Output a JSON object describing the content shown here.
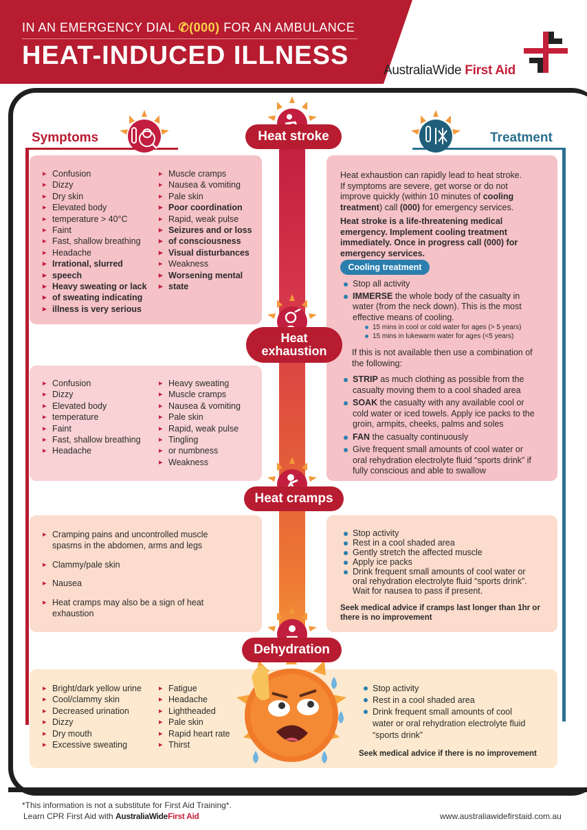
{
  "header": {
    "subtitle_pre": "IN AN EMERGENCY DIAL ",
    "subtitle_number": "(000)",
    "subtitle_post": " FOR AN AMBULANCE",
    "title": "HEAT-INDUCED ILLNESS",
    "logo_part1": "AustraliaWide ",
    "logo_part2": "First Aid"
  },
  "sections": {
    "symptoms": "Symptoms",
    "treatment": "Treatment"
  },
  "stages": {
    "heat_stroke": "Heat stroke",
    "heat_exhaustion_1": "Heat",
    "heat_exhaustion_2": "exhaustion",
    "heat_cramps": "Heat cramps",
    "dehydration": "Dehydration"
  },
  "heat_stroke_symptoms": {
    "col1": [
      "Confusion",
      "Dizzy",
      "Dry skin",
      "Elevated body",
      "temperature > 40°C",
      "Faint",
      "Fast, shallow breathing",
      "Headache",
      "Irrational, slurred",
      "speech",
      "Heavy sweating or lack",
      "of sweating indicating",
      "illness is very serious"
    ],
    "col2": [
      "Muscle cramps",
      "Nausea & vomiting",
      "Pale skin",
      "Poor coordination",
      "Rapid, weak pulse",
      "Seizures and or loss",
      "of consciousness",
      "Visual disturbances",
      "Weakness",
      "Worsening mental",
      "state"
    ]
  },
  "heat_stroke_treatment": {
    "p1a": "Heat exhaustion can rapidly lead to heat stroke.",
    "p1b": "If symptoms are severe, get worse or do not",
    "p1c": "improve quickly (within 10 minutes of ",
    "p1c_bold": "cooling",
    "p1d_bold": "treatment",
    "p1d": ") call ",
    "p1d_bold2": "(000)",
    "p1d_end": " for emergency services.",
    "p2a": "Heat stroke is a life-threatening medical",
    "p2b": "emergency. Implement cooling treatment",
    "p2c": "immediately. Once in progress call (000) for",
    "p2d": "emergency services.",
    "cooling_label": "Cooling treatment",
    "c1": "Stop all activity",
    "c2_bold": "IMMERSE",
    "c2a": " the whole body of the casualty in",
    "c2b": "water (from the neck down). This is the most",
    "c2c": "effective means of cooling.",
    "sub1": "15 mins in cool or cold water for ages (> 5 years)",
    "sub2": "15 mins in lukewarm water for ages (<5 years)",
    "alt1": "If this is not available then use a combination of",
    "alt2": "the following:",
    "strip_bold": "STRIP",
    "strip_a": " as much clothing as possible from the",
    "strip_b": "casualty moving them to a cool shaded area",
    "soak_bold": "SOAK",
    "soak_a": " the casualty with any available cool or",
    "soak_b": "cold water or iced towels. Apply ice packs to the",
    "soak_c": "groin, armpits, cheeks, palms and soles",
    "fan_bold": "FAN",
    "fan_a": " the casualty continuously",
    "give_a": "Give frequent small amounts of cool water or",
    "give_b": "oral rehydration electrolyte fluid “sports drink” if",
    "give_c": "fully conscious and able to swallow"
  },
  "heat_exhaustion_symptoms": {
    "col1": [
      "Confusion",
      "Dizzy",
      "Elevated body",
      "temperature",
      "Faint",
      "Fast, shallow breathing",
      "Headache"
    ],
    "col2": [
      "Heavy sweating",
      "Muscle cramps",
      "Nausea & vomiting",
      "Pale skin",
      "Rapid, weak pulse",
      "Tingling",
      "or numbness",
      "Weakness"
    ]
  },
  "heat_cramps_symptoms": {
    "s1a": "Cramping pains and uncontrolled muscle",
    "s1b": "spasms in the abdomen, arms and legs",
    "s2": "Clammy/pale skin",
    "s3": "Nausea",
    "s4a": "Heat cramps may also be a sign of heat",
    "s4b": "exhaustion"
  },
  "heat_cramps_treatment": {
    "t1": "Stop activity",
    "t2": "Rest in a cool shaded area",
    "t3": "Gently stretch the affected muscle",
    "t4": "Apply ice packs",
    "t5a": "Drink frequent small amounts of cool water or",
    "t5b": "oral rehydration electrolyte fluid “sports drink”.",
    "t5c": "Wait for nausea to pass if present.",
    "note_a": "Seek medical advice if cramps last longer than 1hr or",
    "note_b": "there is no improvement"
  },
  "dehydration_symptoms": {
    "col1": [
      "Bright/dark yellow urine",
      "Cool/clammy skin",
      "Decreased urination",
      "Dizzy",
      "Dry mouth",
      "Excessive sweating"
    ],
    "col2": [
      "Fatigue",
      "Headache",
      "Lightheaded",
      "Pale skin",
      "Rapid heart rate",
      "Thirst"
    ]
  },
  "dehydration_treatment": {
    "t1": "Stop activity",
    "t2": "Rest in a cool shaded area",
    "t3a": "Drink frequent small amounts of cool",
    "t3b": "water or oral rehydration electrolyte fluid",
    "t3c": "“sports drink”",
    "note": "Seek medical advice if there is no improvement"
  },
  "footer": {
    "disclaimer": "*This information is not a substitute for First Aid Training*.",
    "learn": "Learn CPR First Aid with ",
    "brand1": "AustraliaWide",
    "brand2": "First Aid",
    "url": "www.australiawidefirstaid.com.au"
  },
  "colors": {
    "brand_red": "#b71c30",
    "treatment_blue": "#2a6f8f",
    "bullet_blue": "#2a7fae"
  }
}
